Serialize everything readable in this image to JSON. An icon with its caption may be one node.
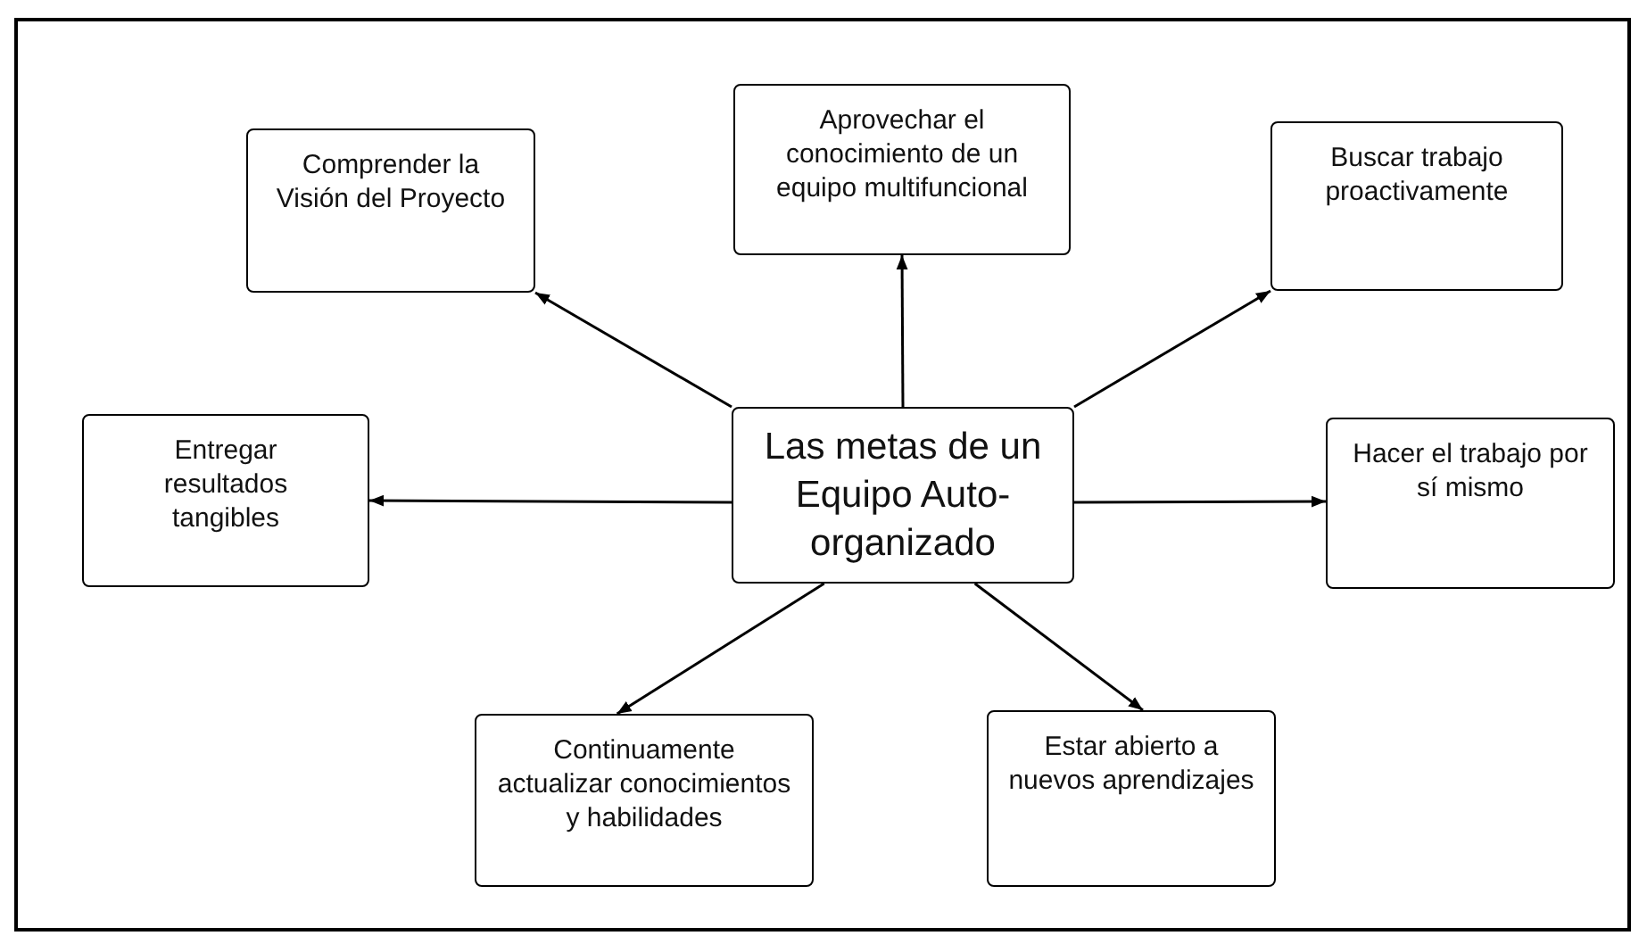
{
  "diagram": {
    "nodes": [
      {
        "text": [
          "Las metas de un Equipo Auto-organizado"
        ]
      },
      {
        "text": [
          "Comprender la Visión del Proyecto"
        ]
      },
      {
        "text": [
          "Aprovechar el conocimiento de un equipo multifuncional"
        ]
      },
      {
        "text": [
          "Buscar trabajo proactivamente"
        ]
      },
      {
        "text": [
          "Entregar resultados tangibles"
        ]
      },
      {
        "text": [
          "Hacer el trabajo por sí mismo"
        ]
      },
      {
        "text": [
          "Continuamente actualizar conocimientos y habilidades"
        ]
      },
      {
        "text": [
          "Estar abierto a nuevos aprendizajes"
        ]
      }
    ],
    "edges": [
      {
        "from": 0,
        "to": 1,
        "arrow": "to"
      },
      {
        "from": 0,
        "to": 2,
        "arrow": "to"
      },
      {
        "from": 0,
        "to": 3,
        "arrow": "to"
      },
      {
        "from": 0,
        "to": 4,
        "arrow": "to"
      },
      {
        "from": 0,
        "to": 5,
        "arrow": "to"
      },
      {
        "from": 0,
        "to": 6,
        "arrow": "to"
      },
      {
        "from": 0,
        "to": 7,
        "arrow": "to"
      }
    ]
  }
}
